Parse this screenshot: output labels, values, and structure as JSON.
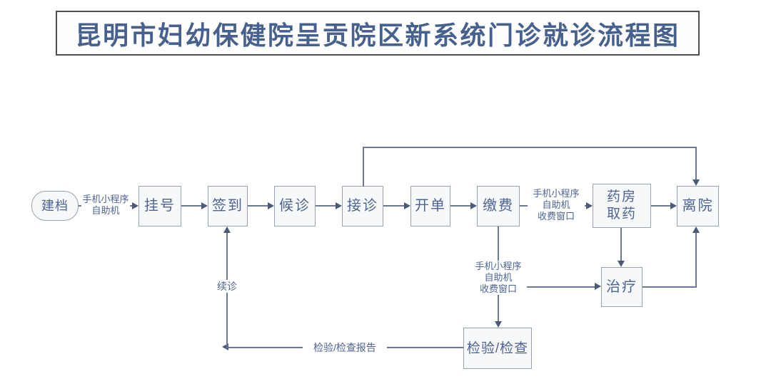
{
  "title": "昆明市妇幼保健院呈贡院区新系统门诊就诊流程图",
  "nodes": {
    "jiandang": "建档",
    "guahao": "挂号",
    "qiandao": "签到",
    "houzhen": "候诊",
    "jiezhen": "接诊",
    "kaidan": "开单",
    "jiaofei": "缴费",
    "yaofang": "药房\n取药",
    "liyuan": "离院",
    "zhiliao": "治疗",
    "jianyan": "检验/检查"
  },
  "edge_labels": {
    "register_channel": "手机小程序\n自助机",
    "pharmacy_channel": "手机小程序\n自助机\n收费窗口",
    "exam_channel": "手机小程序\n自助机\n收费窗口",
    "report": "检验/检查报告",
    "revisit": "续诊"
  },
  "colors": {
    "title_text": "#47618f",
    "node_text": "#4d6392",
    "node_border": "#99a3b0",
    "node_fill": "#f7f8fa",
    "line": "#6b7890",
    "arrow": "#4a5a78"
  }
}
